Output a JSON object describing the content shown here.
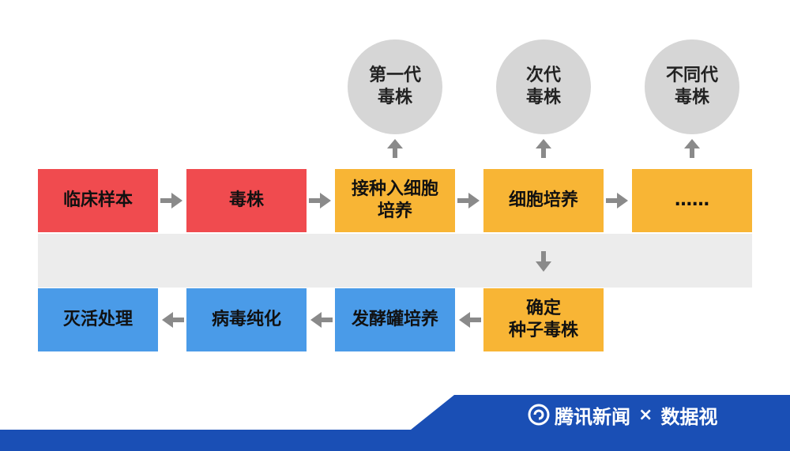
{
  "row1": {
    "sample": "临床样本",
    "strain": "毒株",
    "inoculate": "接种入细胞\n培养",
    "culture": "细胞培养",
    "more": "……"
  },
  "row2": {
    "confirm": "确定\n种子毒株",
    "ferment": "发酵罐培养",
    "purify": "病毒纯化",
    "inactivate": "灭活处理"
  },
  "circles": {
    "first": "第一代\n毒株",
    "next": "次代\n毒株",
    "different": "不同代\n毒株"
  },
  "footer": {
    "brand": "腾讯新闻",
    "times": "×",
    "partner": "数据视"
  },
  "colors": {
    "red": "#f04b4f",
    "yellow": "#f8b535",
    "blue": "#4a9be8",
    "gray_circle": "#d6d6d6",
    "arrow": "#8a8a8a",
    "footer": "#1a4fb5"
  }
}
